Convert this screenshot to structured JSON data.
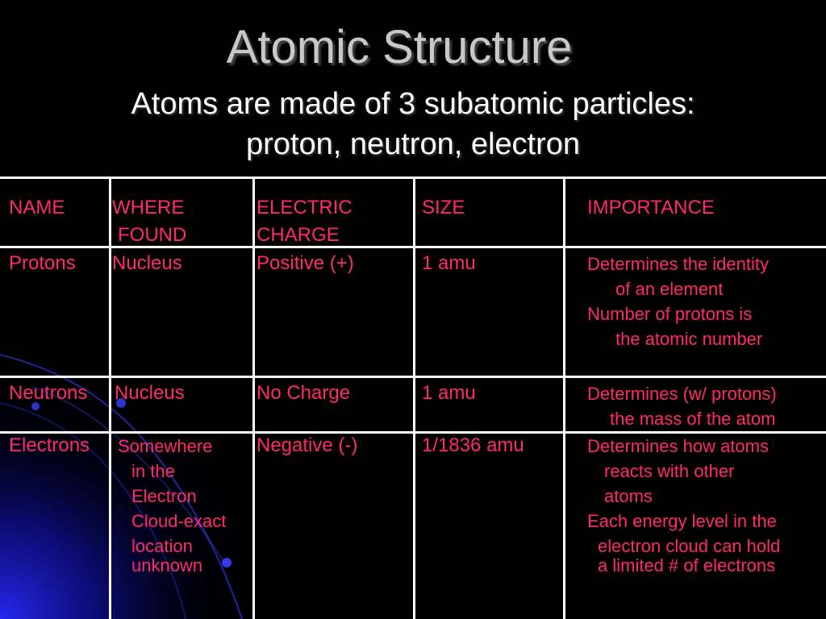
{
  "slide": {
    "title": "Atomic Structure",
    "subtitle_line1": "Atoms are made of 3 subatomic particles:",
    "subtitle_line2": "proton, neutron, electron"
  },
  "table": {
    "headers": {
      "name": "NAME",
      "where_1": "WHERE",
      "where_2": "FOUND",
      "charge_1": "ELECTRIC",
      "charge_2": "CHARGE",
      "size": "SIZE",
      "importance": "IMPORTANCE"
    },
    "rows": [
      {
        "name": "Protons",
        "where": [
          "Nucleus"
        ],
        "charge": "Positive (+)",
        "size": "1 amu",
        "importance": [
          "Determines the identity",
          "of an element",
          "Number of protons is",
          "the atomic number"
        ]
      },
      {
        "name": "Neutrons",
        "where": [
          "Nucleus"
        ],
        "charge": "No Charge",
        "size": "1 amu",
        "importance": [
          "Determines (w/ protons)",
          "the mass of the atom"
        ]
      },
      {
        "name": "Electrons",
        "where": [
          "Somewhere",
          "in the",
          "Electron",
          "Cloud-exact",
          "location",
          "unknown"
        ],
        "charge": "Negative (-)",
        "size": "1/1836 amu",
        "importance": [
          "Determines how atoms",
          "reacts with other",
          "atoms",
          "Each energy level in the",
          "electron cloud can hold",
          "a limited # of electrons"
        ]
      }
    ]
  },
  "colors": {
    "background": "#000000",
    "table_text": "#ff2a6a",
    "title": "#c8c8c8",
    "subtitle": "#ffffff",
    "accent_glow": "#1a20c8"
  }
}
